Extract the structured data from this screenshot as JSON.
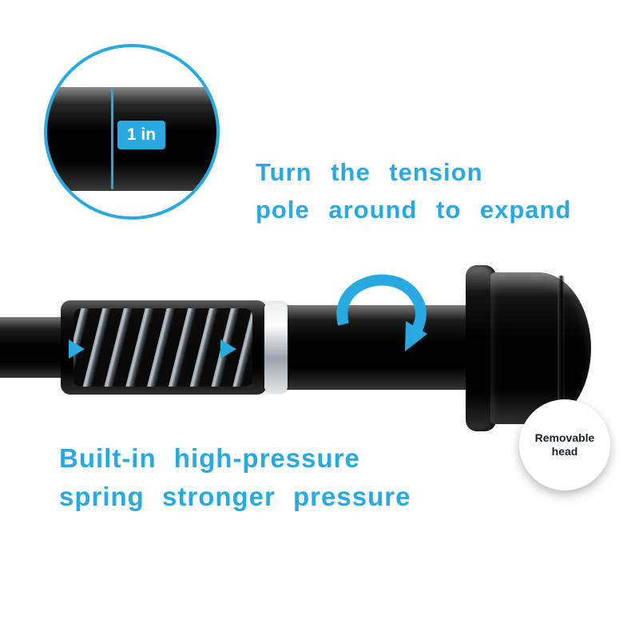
{
  "colors": {
    "accent": "#29A9E1",
    "pole": "#000000",
    "bubble_text": "#16222E",
    "background": "#FFFFFF"
  },
  "magnifier": {
    "label": "1 in"
  },
  "annotations": {
    "rotate": {
      "line1": "Turn the tension",
      "line2": "pole around to expand"
    },
    "spring": {
      "line1": "Built-in high-pressure",
      "line2": "spring stronger pressure"
    },
    "head": {
      "line1": "Removable",
      "line2": "head"
    }
  }
}
